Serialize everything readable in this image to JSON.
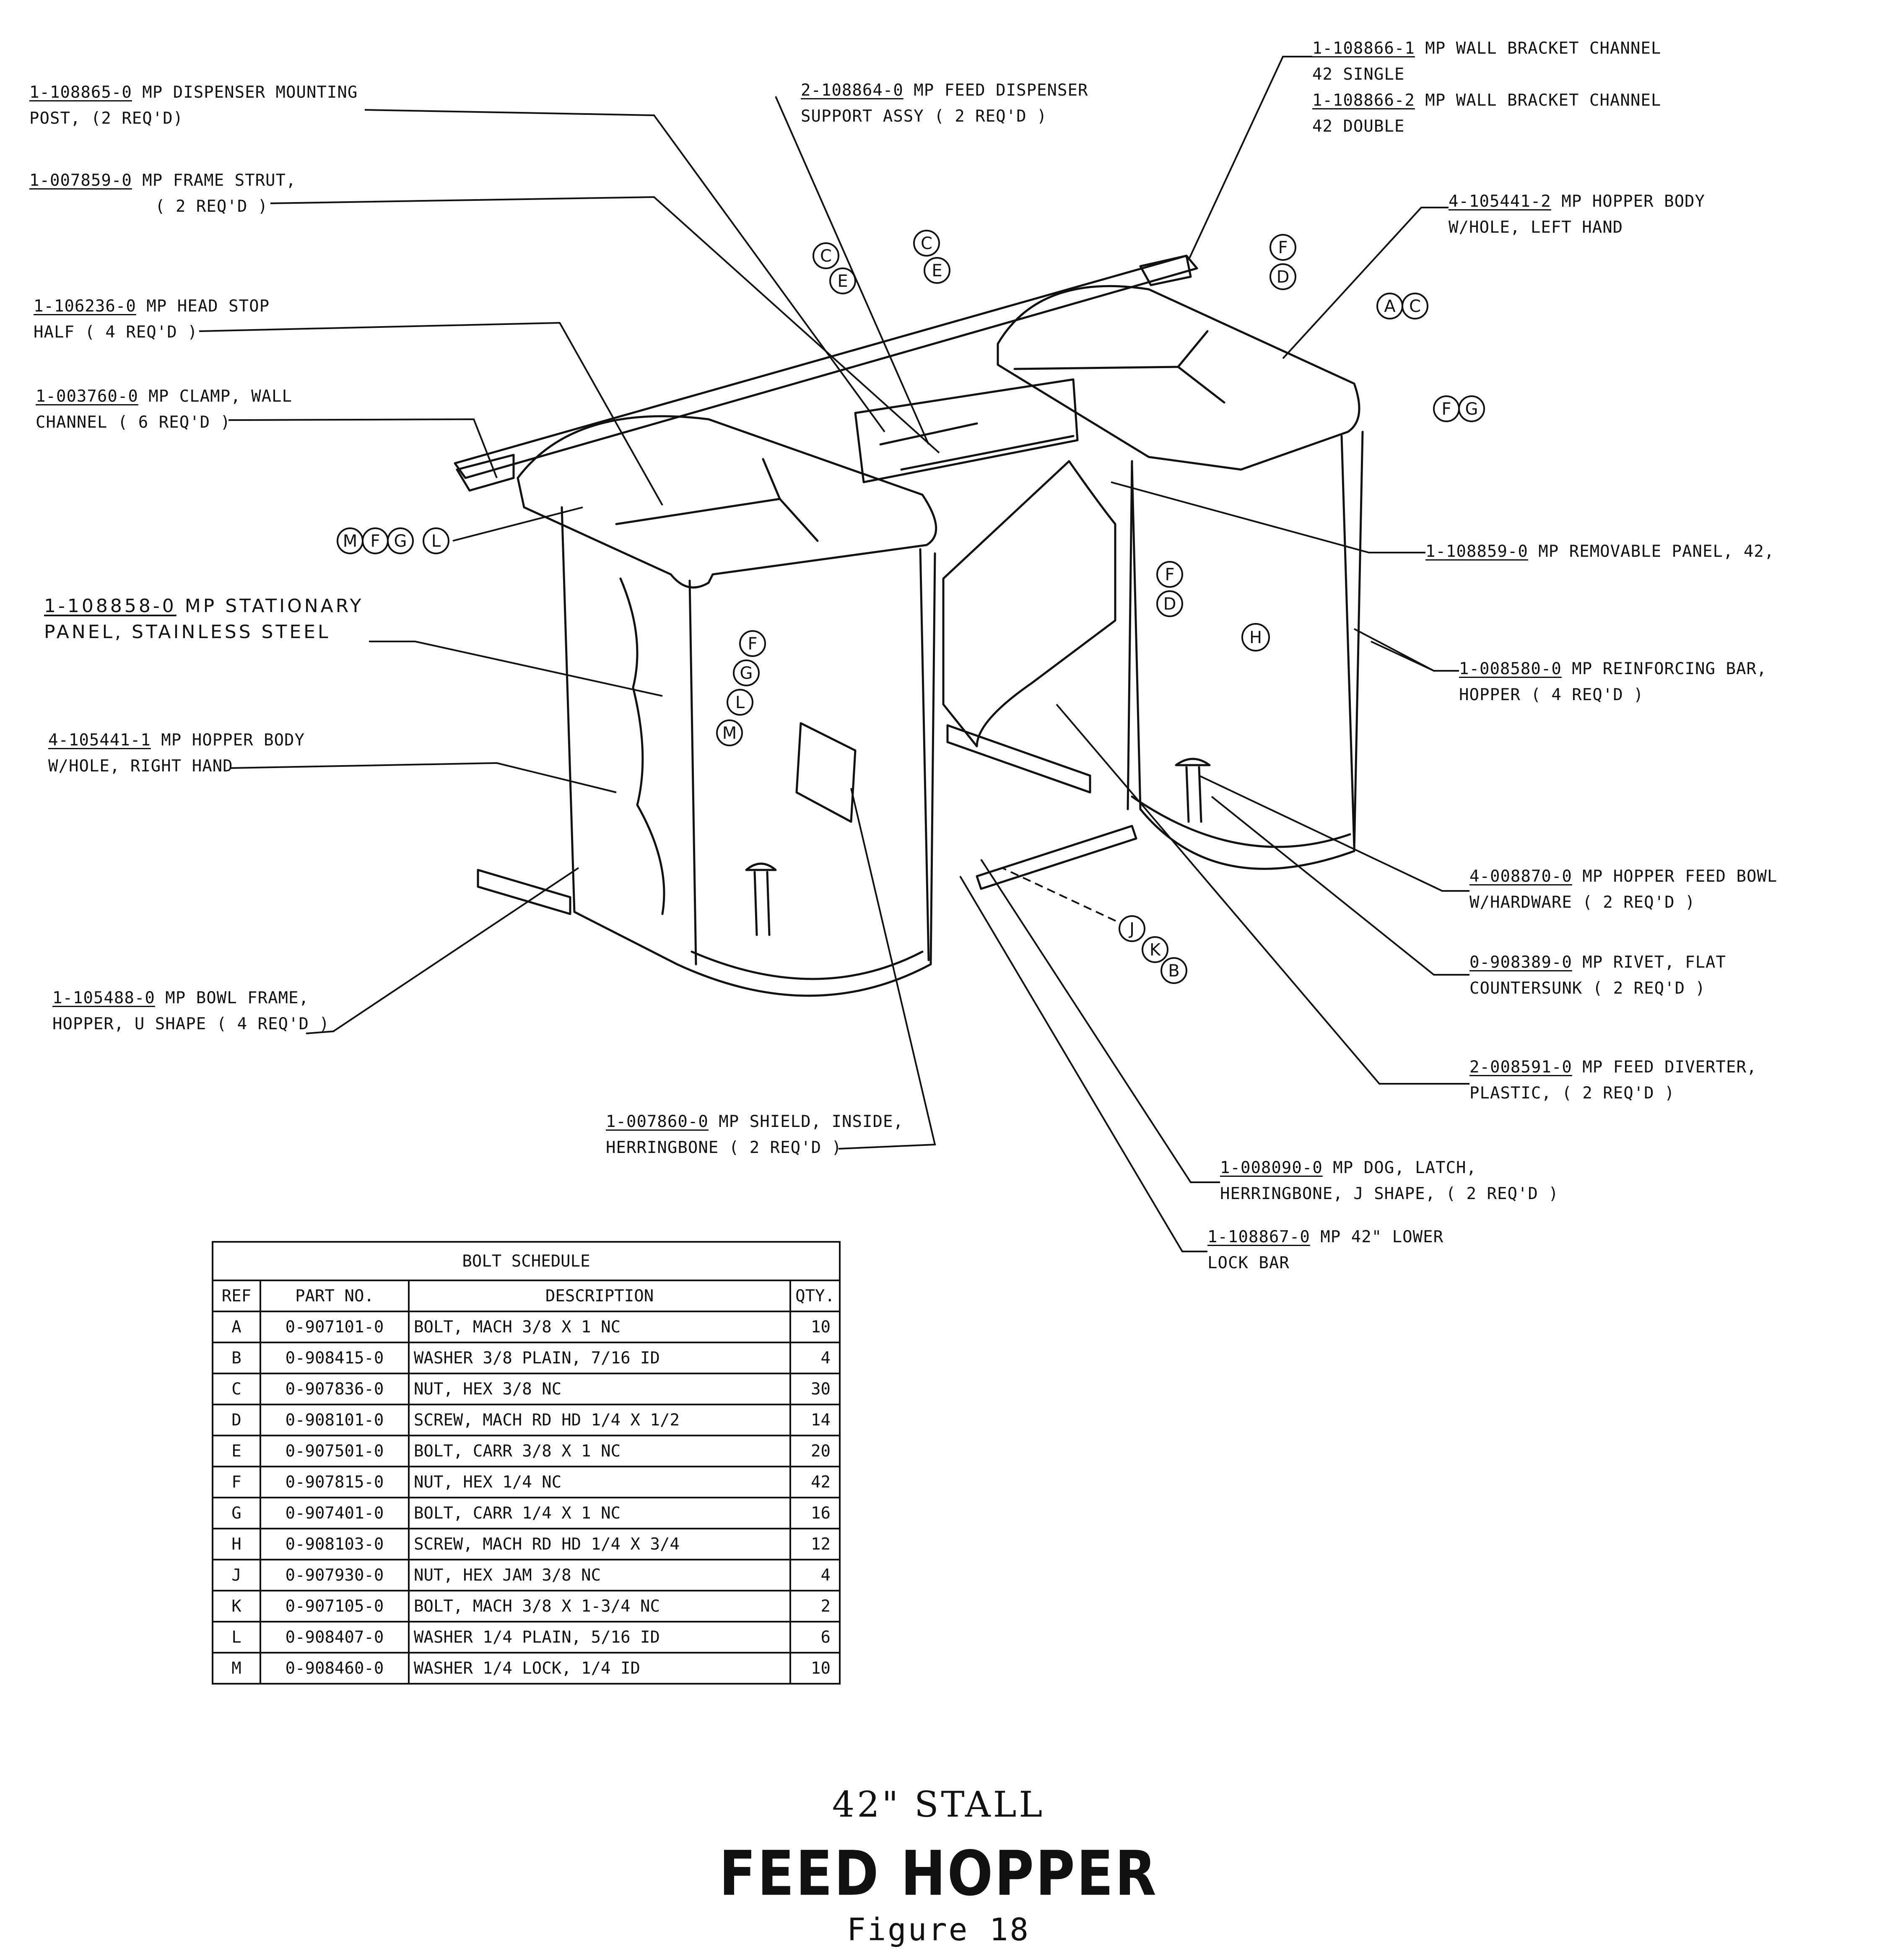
{
  "callouts": {
    "dispenser_post": {
      "part": "1-108865-0",
      "l1": "MP DISPENSER MOUNTING",
      "l2": "POST, (2 REQ'D)"
    },
    "frame_strut": {
      "part": "1-007859-0",
      "l1": "MP FRAME STRUT,",
      "l2": "( 2 REQ'D )"
    },
    "head_stop": {
      "part": "1-106236-0",
      "l1": "MP HEAD STOP",
      "l2": "HALF ( 4 REQ'D )"
    },
    "clamp": {
      "part": "1-003760-0",
      "l1": "MP CLAMP, WALL",
      "l2": "CHANNEL ( 6 REQ'D )"
    },
    "stationary_panel": {
      "part": "1-108858-0",
      "l1": "MP STATIONARY",
      "l2": "PANEL, STAINLESS STEEL"
    },
    "hopper_right": {
      "part": "4-105441-1",
      "l1": "MP HOPPER BODY",
      "l2": "W/HOLE, RIGHT HAND"
    },
    "bowl_frame": {
      "part": "1-105488-0",
      "l1": "MP BOWL FRAME,",
      "l2": "HOPPER, U SHAPE ( 4 REQ'D )"
    },
    "shield": {
      "part": "1-007860-0",
      "l1": "MP SHIELD, INSIDE,",
      "l2": "HERRINGBONE  ( 2 REQ'D )"
    },
    "dispenser_support": {
      "part": "2-108864-0",
      "l1": "MP FEED DISPENSER",
      "l2": "SUPPORT ASSY ( 2 REQ'D )"
    },
    "wall_bracket": {
      "part1": "1-108866-1",
      "l1": "MP WALL BRACKET CHANNEL",
      "l2": "42 SINGLE",
      "part2": "1-108866-2",
      "l3": "MP WALL BRACKET CHANNEL",
      "l4": "42 DOUBLE"
    },
    "hopper_left": {
      "part": "4-105441-2",
      "l1": "MP HOPPER BODY",
      "l2": "W/HOLE, LEFT HAND"
    },
    "removable_panel": {
      "part": "1-108859-0",
      "l1": "MP REMOVABLE PANEL, 42,"
    },
    "reinforcing_bar": {
      "part": "1-008580-0",
      "l1": "MP REINFORCING BAR,",
      "l2": "HOPPER ( 4 REQ'D )"
    },
    "feed_bowl": {
      "part": "4-008870-0",
      "l1": "MP HOPPER FEED BOWL",
      "l2": "W/HARDWARE ( 2 REQ'D )"
    },
    "rivet": {
      "part": "0-908389-0",
      "l1": "MP RIVET, FLAT",
      "l2": "COUNTERSUNK ( 2 REQ'D )"
    },
    "feed_diverter": {
      "part": "2-008591-0",
      "l1": "MP FEED DIVERTER,",
      "l2": "PLASTIC, ( 2 REQ'D )"
    },
    "dog_latch": {
      "part": "1-008090-0",
      "l1": "MP DOG, LATCH,",
      "l2": "HERRINGBONE, J SHAPE, ( 2 REQ'D )"
    },
    "lock_bar": {
      "part": "1-108867-0",
      "l1": "MP  42\" LOWER",
      "l2": "LOCK BAR"
    }
  },
  "bubbles": {
    "mfgl": [
      "M",
      "F",
      "G",
      "L"
    ],
    "ce1": [
      "C",
      "E"
    ],
    "ce2": [
      "C",
      "E"
    ],
    "fd1": [
      "F",
      "D"
    ],
    "ac": [
      "A",
      "C"
    ],
    "fg": [
      "F",
      "G"
    ],
    "fd2": [
      "F",
      "D"
    ],
    "h": [
      "H"
    ],
    "fglm": [
      "F",
      "G",
      "L",
      "M"
    ],
    "jkb": [
      "J",
      "K",
      "B"
    ]
  },
  "bolt_schedule": {
    "title": "BOLT SCHEDULE",
    "headers": [
      "REF",
      "PART NO.",
      "DESCRIPTION",
      "QTY."
    ],
    "rows": [
      [
        "A",
        "0-907101-0",
        "BOLT, MACH 3/8 X 1 NC",
        "10"
      ],
      [
        "B",
        "0-908415-0",
        "WASHER 3/8 PLAIN, 7/16 ID",
        "4"
      ],
      [
        "C",
        "0-907836-0",
        "NUT, HEX 3/8 NC",
        "30"
      ],
      [
        "D",
        "0-908101-0",
        "SCREW, MACH RD HD 1/4 X 1/2",
        "14"
      ],
      [
        "E",
        "0-907501-0",
        "BOLT, CARR 3/8 X 1 NC",
        "20"
      ],
      [
        "F",
        "0-907815-0",
        "NUT, HEX 1/4 NC",
        "42"
      ],
      [
        "G",
        "0-907401-0",
        "BOLT, CARR 1/4 X 1 NC",
        "16"
      ],
      [
        "H",
        "0-908103-0",
        "SCREW, MACH RD HD 1/4 X 3/4",
        "12"
      ],
      [
        "J",
        "0-907930-0",
        "NUT, HEX JAM 3/8 NC",
        "4"
      ],
      [
        "K",
        "0-907105-0",
        "BOLT, MACH 3/8 X 1-3/4 NC",
        "2"
      ],
      [
        "L",
        "0-908407-0",
        "WASHER 1/4 PLAIN, 5/16 ID",
        "6"
      ],
      [
        "M",
        "0-908460-0",
        "WASHER 1/4 LOCK, 1/4 ID",
        "10"
      ]
    ]
  },
  "titles": {
    "stall": "42\" STALL",
    "name": "FEED HOPPER",
    "figure": "Figure 18"
  }
}
